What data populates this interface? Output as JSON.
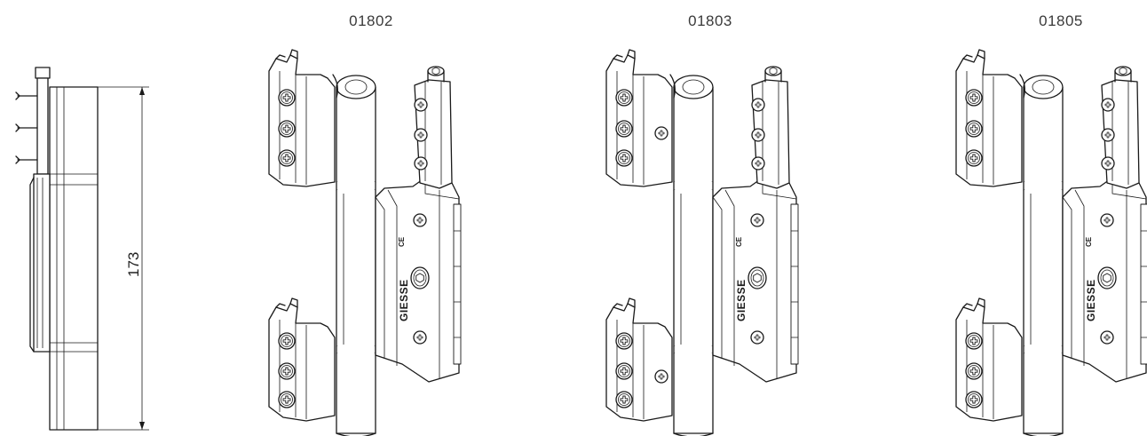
{
  "products": [
    {
      "code": "01802"
    },
    {
      "code": "01803"
    },
    {
      "code": "01805"
    }
  ],
  "side_view": {
    "dimension": "173"
  },
  "marking": {
    "brand": "GIESSE",
    "ce": "CE"
  }
}
